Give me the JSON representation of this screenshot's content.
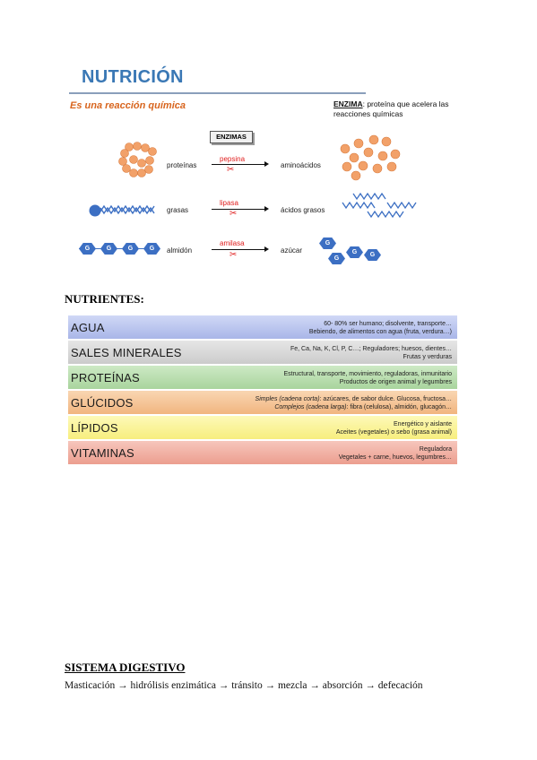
{
  "nutricion": {
    "title": "NUTRICIÓN",
    "subtitle": "Es una reacción química",
    "enzima_term": "ENZIMA",
    "enzima_definition": ": proteína que acelera las reacciones químicas",
    "enzimas_label": "ENZIMAS",
    "reactions": [
      {
        "substrate": "proteínas",
        "enzyme": "pepsina",
        "product": "aminoácidos"
      },
      {
        "substrate": "grasas",
        "enzyme": "lipasa",
        "product": "ácidos grasos"
      },
      {
        "substrate": "almidón",
        "enzyme": "amilasa",
        "product": "azúcar"
      }
    ],
    "glucose_chain": [
      "G",
      "G",
      "G",
      "G"
    ],
    "glucose_free": [
      "G",
      "G",
      "G"
    ]
  },
  "nutrientes": {
    "heading": "NUTRIENTES:",
    "colors": {
      "agua": "#b9c4ee",
      "sales": "#d6d6d6",
      "proteinas": "#b9ddb0",
      "glucidos": "#f5c799",
      "lipidos": "#fbf59c",
      "vitaminas": "#f1b0a4"
    },
    "rows": [
      {
        "name": "AGUA",
        "line1": "60- 80% ser humano; disolvente, transporte…",
        "line2": "Bebiendo, de alimentos con agua (fruta, verdura…)"
      },
      {
        "name": "SALES MINERALES",
        "line1": "Fe, Ca, Na, K, Cl, P, C…; Reguladores; huesos, dientes…",
        "line2": "Frutas y verduras"
      },
      {
        "name": "PROTEÍNAS",
        "line1": "Estructural, transporte, movimiento, reguladoras, inmunitario",
        "line2": "Productos de origen animal y legumbres"
      },
      {
        "name": "GLÚCIDOS",
        "line1_em": "Simples (cadena corta)",
        "line1": ":  azúcares, de sabor dulce. Glucosa, fructosa…",
        "line2_em": "Complejos (cadena larga)",
        "line2": ": fibra (celulosa), almidón, glucagón…"
      },
      {
        "name": "LÍPIDOS",
        "line1": "Energético y aislante",
        "line2": "Aceites (vegetales) o sebo (grasa animal)"
      },
      {
        "name": "VITAMINAS",
        "line1": "Reguladora",
        "line2": "Vegetales + carne, huevos, legumbres…"
      }
    ]
  },
  "sistema_digestivo": {
    "heading": "SISTEMA DIGESTIVO",
    "steps": [
      "Masticación",
      "hidrólisis enzimática",
      "tránsito",
      "mezcla",
      "absorción",
      "defecación"
    ],
    "separator": " → "
  }
}
